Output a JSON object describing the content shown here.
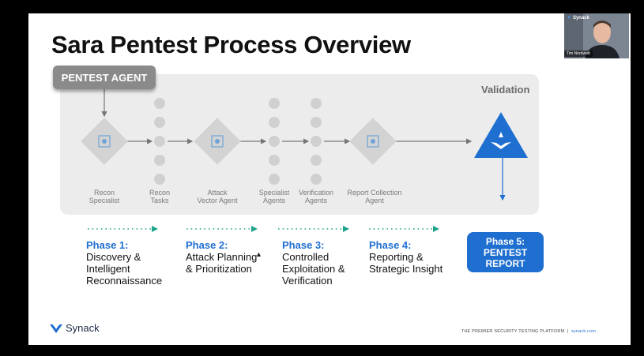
{
  "slide": {
    "title": "Sara Pentest Process Overview",
    "agent_box": "PENTEST AGENT",
    "validation_label": "Validation",
    "nodes": [
      {
        "line1": "Recon",
        "line2": "Specialist"
      },
      {
        "line1": "Recon",
        "line2": "Tasks"
      },
      {
        "line1": "Attack",
        "line2": "Vector Agent"
      },
      {
        "line1": "Specialist",
        "line2": "Agents"
      },
      {
        "line1": "Verification",
        "line2": "Agents"
      },
      {
        "line1": "Report Collection",
        "line2": "Agent"
      }
    ],
    "phases": [
      {
        "title": "Phase 1:",
        "lines": [
          "Discovery &",
          "Intelligent",
          "Reconnaissance"
        ]
      },
      {
        "title": "Phase 2:",
        "lines": [
          "Attack Planning",
          "& Prioritization",
          ""
        ]
      },
      {
        "title": "Phase 3:",
        "lines": [
          "Controlled",
          "Exploitation &",
          "Verification"
        ]
      },
      {
        "title": "Phase 4:",
        "lines": [
          "Reporting &",
          "Strategic Insight",
          ""
        ]
      }
    ],
    "phase5": {
      "line1": "Phase 5:",
      "line2": "PENTEST",
      "line3": "REPORT"
    },
    "logo_text": "Synack",
    "footer_text": "THE PREMIER SECURITY TESTING PLATFORM",
    "footer_separator": "|",
    "footer_site": "synack.com"
  },
  "webcam": {
    "logo_text": "Synack",
    "name": "Tim Nordvedt"
  },
  "colors": {
    "accent_blue": "#1f6fd0",
    "arrow_green": "#1fa38a",
    "panel_gray": "#ececec"
  }
}
